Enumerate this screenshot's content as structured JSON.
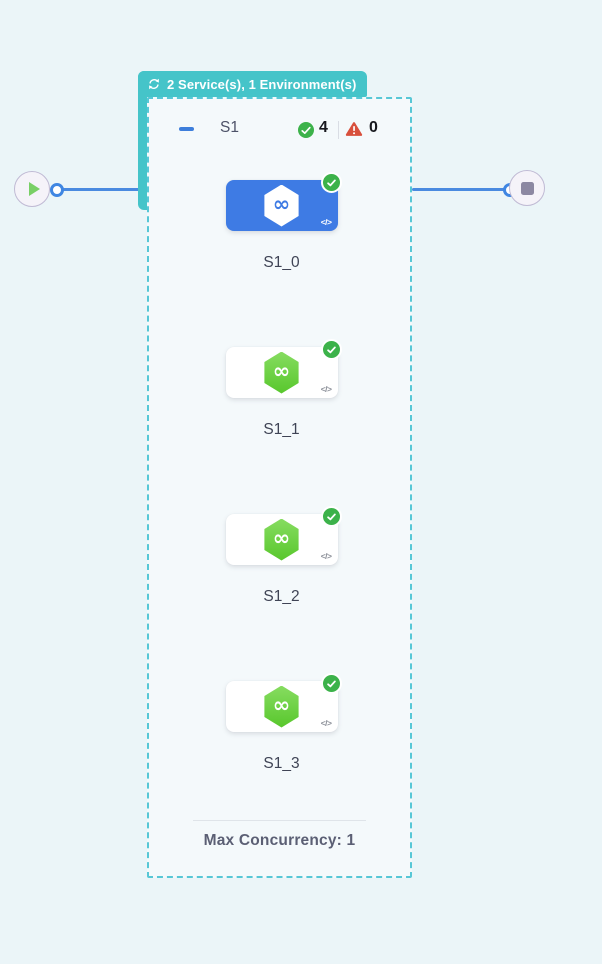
{
  "group_badge": {
    "label": "2 Service(s), 1 Environment(s)",
    "icon": "cycle-icon",
    "bg": "#45c4c9",
    "text_color": "#ffffff"
  },
  "stage": {
    "name": "S1",
    "success_count": "4",
    "error_count": "0",
    "max_concurrency_label": "Max Concurrency: 1"
  },
  "nodes": [
    {
      "label": "S1_0",
      "selected": true,
      "status": "success",
      "icon": "infinity-hexagon-icon"
    },
    {
      "label": "S1_1",
      "selected": false,
      "status": "success",
      "icon": "infinity-hexagon-icon"
    },
    {
      "label": "S1_2",
      "selected": false,
      "status": "success",
      "icon": "infinity-hexagon-icon"
    },
    {
      "label": "S1_3",
      "selected": false,
      "status": "success",
      "icon": "infinity-hexagon-icon"
    }
  ],
  "glyphs": {
    "infinity": "∞",
    "code": "</>"
  },
  "terminals": {
    "start_icon": "play-icon",
    "end_icon": "stop-icon"
  },
  "colors": {
    "background": "#ebf5f8",
    "accent_teal": "#45c4c9",
    "dashed_border": "#57c7d6",
    "edge_blue": "#4a8ae0",
    "selected_blue": "#3e7be4",
    "success_green": "#3cb24a",
    "hexagon_green": "#58c72c",
    "error_red": "#d8503c"
  }
}
